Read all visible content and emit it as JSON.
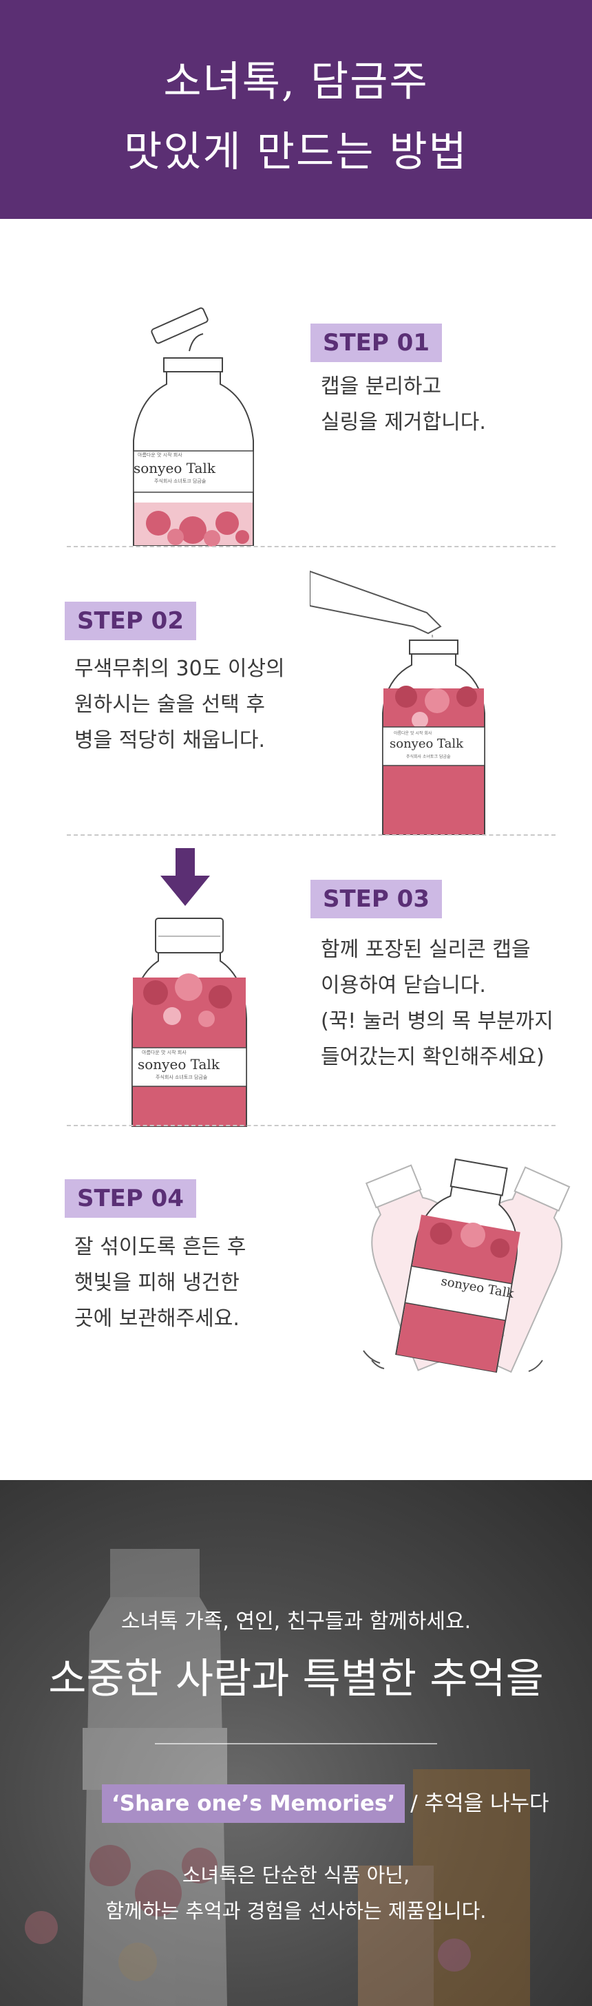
{
  "header": {
    "title_line1": "소녀톡, 담금주",
    "title_line2": "맛있게 만드는 방법"
  },
  "brand": {
    "logo_text": "sonyeo Talk",
    "logo_sub": "아름다운 맛 시작 회사",
    "logo_sub2": "주식회사 소녀토크 담금술"
  },
  "steps": [
    {
      "label": "STEP 01",
      "lines": [
        "캡을 분리하고",
        "실링을 제거합니다."
      ]
    },
    {
      "label": "STEP 02",
      "lines": [
        "무색무취의 30도 이상의",
        "원하시는 술을 선택 후",
        "병을 적당히 채웁니다."
      ]
    },
    {
      "label": "STEP 03",
      "lines": [
        "함께 포장된 실리콘 캡을",
        "이용하여 닫습니다.",
        "(꾹! 눌러 병의 목 부분까지",
        "들어갔는지 확인해주세요)"
      ]
    },
    {
      "label": "STEP 04",
      "lines": [
        "잘 섞이도록 흔든 후",
        "햇빛을 피해 냉건한",
        "곳에 보관해주세요."
      ]
    }
  ],
  "footer": {
    "intro": "소녀톡 가족, 연인, 친구들과 함께하세요.",
    "headline": "소중한 사람과 특별한 추억을",
    "tag_highlight": "‘Share one’s Memories’",
    "tag_rest": "/ 추억을 나누다",
    "desc_line1": "소녀톡은 단순한 식품 아닌,",
    "desc_line2": "함께하는 추억과 경험을 선사하는 제품입니다."
  },
  "colors": {
    "header_bg": "#5b2f73",
    "step_label_bg": "#cdb9e4",
    "step_label_text": "#5a2f75",
    "arrow": "#5b2f73",
    "liquid": "#d35d73"
  }
}
